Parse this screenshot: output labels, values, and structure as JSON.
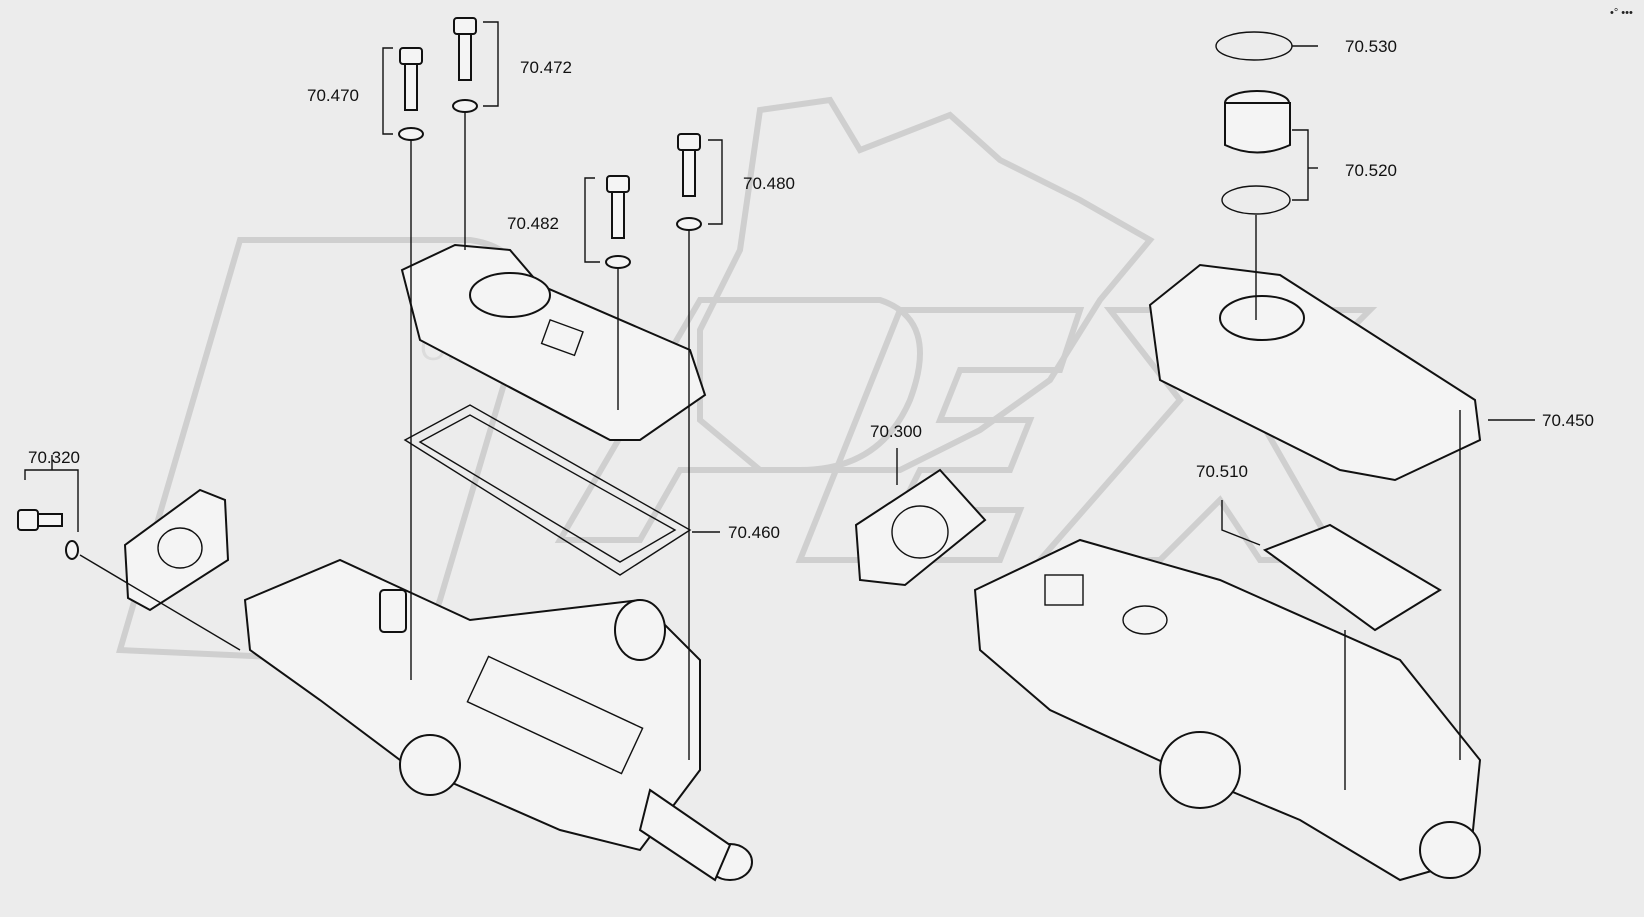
{
  "watermark_text": "OPEX",
  "corner_mark": "•° •••",
  "part_labels": {
    "p70_530": "70.530",
    "p70_520": "70.520",
    "p70_472": "70.472",
    "p70_470": "70.470",
    "p70_480": "70.480",
    "p70_482": "70.482",
    "p70_450": "70.450",
    "p70_510": "70.510",
    "p70_300": "70.300",
    "p70_320": "70.320",
    "p70_460": "70.460"
  }
}
